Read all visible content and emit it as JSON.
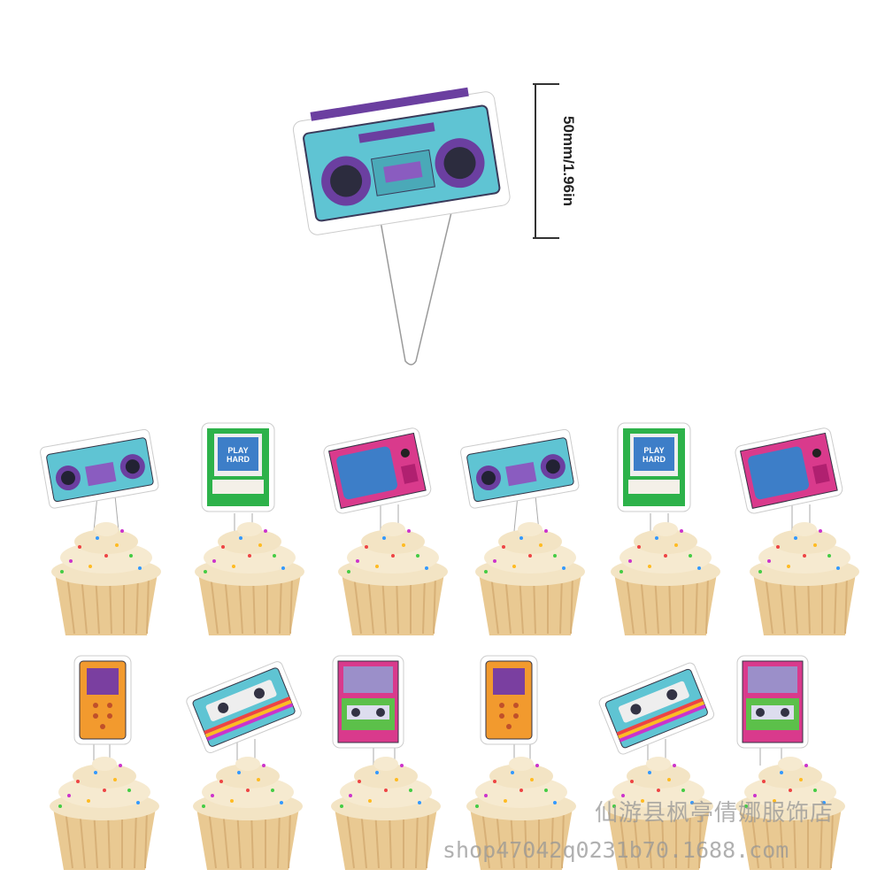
{
  "dimension_label": "50mm/1.96in",
  "topper_text": "PLAY HARD",
  "watermark": {
    "shop_name": "仙游县枫亭倩娜服饰店",
    "url": "shop47042q0231b70.1688.com"
  },
  "row1": [
    "boombox",
    "arcade",
    "tv",
    "boombox",
    "arcade",
    "tv"
  ],
  "row2": [
    "handheld",
    "cassette",
    "recorder",
    "handheld",
    "cassette",
    "recorder"
  ],
  "colors": {
    "teal": "#5fc4d3",
    "purple": "#6b3fa0",
    "magenta": "#d93a8c",
    "green": "#2db24a",
    "orange": "#f29a2e",
    "frosting": "#f3e4c4",
    "wrapper": "#e9c992"
  }
}
